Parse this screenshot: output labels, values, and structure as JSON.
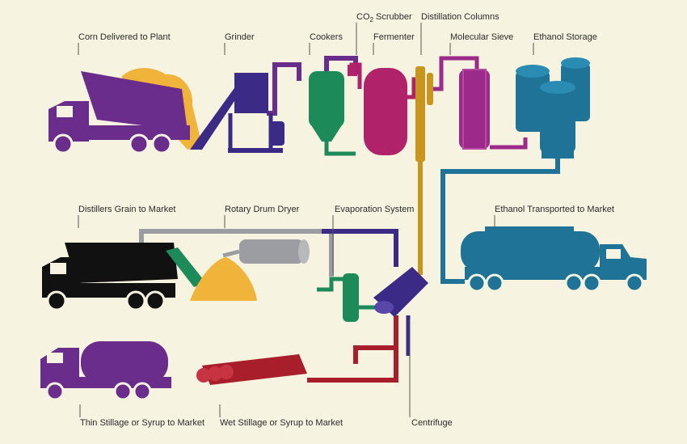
{
  "labels": {
    "corn_delivered": "Corn Delivered to Plant",
    "grinder": "Grinder",
    "cookers": "Cookers",
    "co2_prefix": "CO",
    "co2_sub": "2",
    "co2_suffix": " Scrubber",
    "fermenter": "Fermenter",
    "distillation_columns": "Distillation Columns",
    "molecular_sieve": "Molecular Sieve",
    "ethanol_storage": "Ethanol Storage",
    "distillers_grain": "Distillers Grain to Market",
    "rotary_drum_dryer": "Rotary Drum Dryer",
    "evaporation_system": "Evaporation System",
    "ethanol_transported": "Ethanol Transported to Market",
    "thin_stillage": "Thin Stillage or Syrup to Market",
    "wet_stillage": "Wet Stillage or Syrup to Market",
    "centrifuge": "Centrifuge"
  },
  "colors": {
    "background": "#f6f3e1",
    "purple": "#6a2d8c",
    "indigo": "#3b2a86",
    "green": "#1d8a5a",
    "magenta": "#b0226a",
    "orchid": "#9c2a8a",
    "teal": "#1e7396",
    "black": "#111111",
    "gold": "#f0b43a",
    "gray": "#9b9da3",
    "red": "#a81e2a",
    "olive": "#c8961e"
  }
}
